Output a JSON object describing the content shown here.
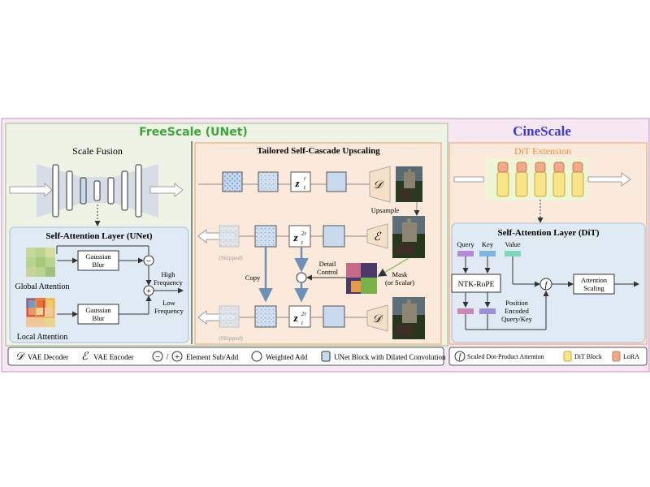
{
  "freescale": {
    "title": "FreeScale (UNet)",
    "scale_fusion": "Scale Fusion",
    "tailored": "Tailored Self-Cascade Upscaling",
    "sa_title": "Self-Attention Layer (UNet)",
    "gaussian_blur": [
      "Gaussian",
      "Blur"
    ],
    "global_attention": "Global Attention",
    "local_attention": "Local Attention",
    "high_frequency": [
      "High",
      "Frequency"
    ],
    "low_frequency": [
      "Low",
      "Frequency"
    ],
    "minus": "−",
    "plus": "+",
    "upsample": "Upsample",
    "skipped": "(Skipped)",
    "copy": "Copy",
    "detail_control": [
      "Detail",
      "Control"
    ],
    "mask": [
      "Mask",
      "(or Scalar)"
    ],
    "zr": "z",
    "zr_sup": "r",
    "z2r_sup": "2r",
    "zt_sub": "t",
    "D": "𝒟",
    "E": "ℰ"
  },
  "cinescale": {
    "title": "CineScale",
    "dit_extension": "DiT Extension",
    "sa_title": "Self-Attention Layer (DiT)",
    "query": "Query",
    "key": "Key",
    "value": "Value",
    "ntk": "NTK-RoPE",
    "attention_scaling": [
      "Attention",
      "Scaling"
    ],
    "pos_enc": [
      "Position",
      "Encoded",
      "Query/Key"
    ],
    "f": "f"
  },
  "legend_left": {
    "vae_decoder": "VAE Decoder",
    "vae_encoder": "VAE Encoder",
    "sub_add": "Element Sub/Add",
    "weighted_add": "Weighted Add",
    "unet_block": "UNet Block with Dilated Convolution",
    "slash": "/"
  },
  "legend_right": {
    "sdpa": "Scaled Dot-Product Attention",
    "dit_block": "DiT Block",
    "lora": "LoRA"
  },
  "colors": {
    "green_title": "#3aa53a",
    "orange_title": "#e8923a",
    "purple_title": "#3a3ad8",
    "green_bg": "#eef3e6",
    "orange_bg": "#fbe9dc",
    "pink_bg": "#f6e7f3",
    "blue_bg": "#dfeaf4",
    "unet_block": "#c9daee",
    "dit_block": "#f8e58a",
    "lora": "#f1a98a"
  }
}
